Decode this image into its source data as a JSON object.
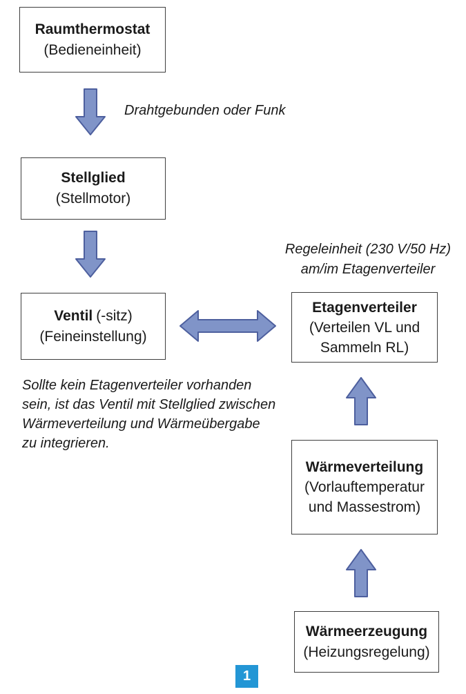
{
  "colors": {
    "background": "#ffffff",
    "text": "#1a1a1a",
    "box_border": "#3d3d3d",
    "arrow_fill": "#8094c8",
    "arrow_stroke": "#4d5f9e",
    "badge_bg": "#2396d5",
    "badge_text": "#ffffff"
  },
  "nodes": {
    "raumthermostat": {
      "title": "Raumthermostat",
      "subtitle": "(Bedieneinheit)"
    },
    "stellglied": {
      "title": "Stellglied",
      "subtitle": "(Stellmotor)"
    },
    "ventil": {
      "title": "Ventil",
      "title_note": "(-sitz)",
      "subtitle": "(Feineinstellung)"
    },
    "etagenverteiler": {
      "title": "Etagenverteiler",
      "line2": "(Verteilen VL und",
      "line3": "Sammeln RL)"
    },
    "waermeverteilung": {
      "title": "Wärmeverteilung",
      "line2": "(Vorlauftemperatur",
      "line3": "und Massestrom)"
    },
    "waermeerzeugung": {
      "title": "Wärmeerzeugung",
      "subtitle": "(Heizungsregelung)"
    }
  },
  "labels": {
    "connection_type": "Drahtgebunden oder Funk",
    "regeleinheit_line1": "Regeleinheit (230 V/50 Hz)",
    "regeleinheit_line2": "am/im Etagenverteiler",
    "note_line1": "Sollte kein Etagenverteiler vorhanden",
    "note_line2": "sein, ist das Ventil mit Stellglied zwischen",
    "note_line3": "Wärmeverteilung und Wärmeübergabe",
    "note_line4": "zu integrieren."
  },
  "page": {
    "number": "1"
  }
}
